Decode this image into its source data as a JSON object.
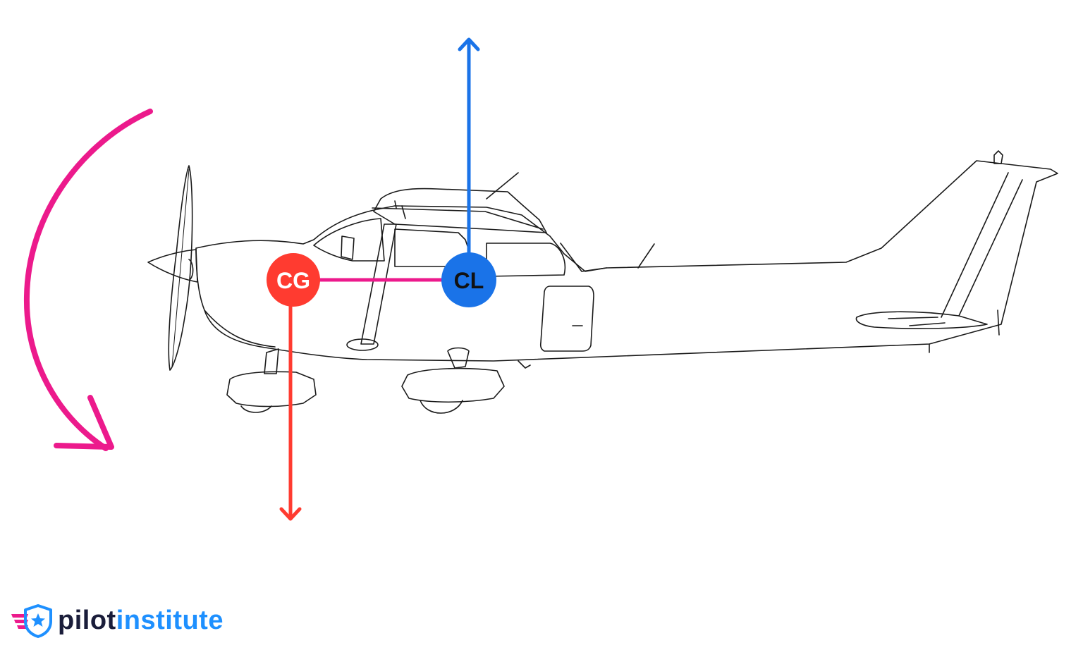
{
  "labels": {
    "cg": "CG",
    "cl": "CL"
  },
  "colors": {
    "cg": "#ff3b30",
    "cl": "#1a73e8",
    "moment_arm": "#ec1a8c",
    "moment_arrow": "#ec1a8c",
    "outline": "#1a1a1a"
  },
  "brand": {
    "pilot": "pilot",
    "institute": "institute",
    "icon": "shield-star-wings-icon"
  }
}
